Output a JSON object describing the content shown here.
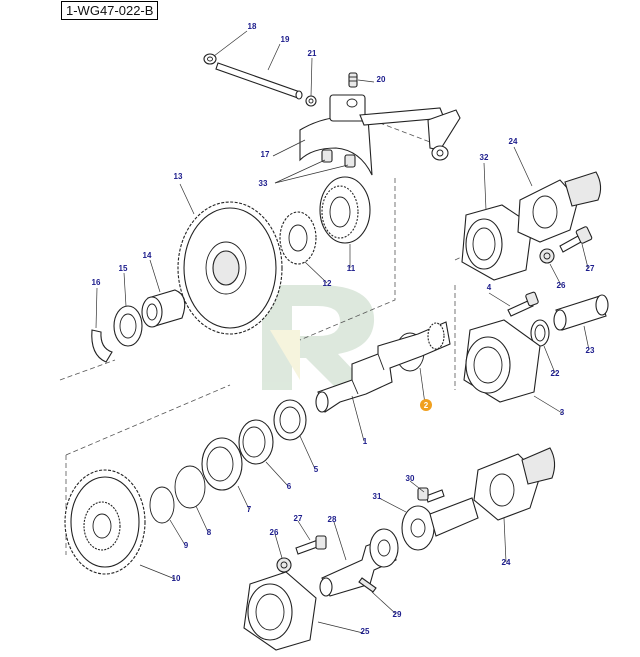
{
  "diagram": {
    "reference": "1-WG47-022-B",
    "highlight_color": "#f0a020",
    "label_color": "#1c1c8c",
    "callouts": [
      {
        "num": "18",
        "highlight": false
      },
      {
        "num": "19",
        "highlight": false
      },
      {
        "num": "21",
        "highlight": false
      },
      {
        "num": "20",
        "highlight": false
      },
      {
        "num": "17",
        "highlight": false
      },
      {
        "num": "33",
        "highlight": false
      },
      {
        "num": "13",
        "highlight": false
      },
      {
        "num": "11",
        "highlight": false
      },
      {
        "num": "12",
        "highlight": false
      },
      {
        "num": "14",
        "highlight": false
      },
      {
        "num": "15",
        "highlight": false
      },
      {
        "num": "16",
        "highlight": false
      },
      {
        "num": "32",
        "highlight": false
      },
      {
        "num": "24",
        "highlight": false
      },
      {
        "num": "27",
        "highlight": false
      },
      {
        "num": "26",
        "highlight": false
      },
      {
        "num": "4",
        "highlight": false
      },
      {
        "num": "23",
        "highlight": false
      },
      {
        "num": "22",
        "highlight": false
      },
      {
        "num": "3",
        "highlight": false
      },
      {
        "num": "2",
        "highlight": true
      },
      {
        "num": "1",
        "highlight": false
      },
      {
        "num": "5",
        "highlight": false
      },
      {
        "num": "6",
        "highlight": false
      },
      {
        "num": "7",
        "highlight": false
      },
      {
        "num": "8",
        "highlight": false
      },
      {
        "num": "9",
        "highlight": false
      },
      {
        "num": "10",
        "highlight": false
      },
      {
        "num": "30",
        "highlight": false
      },
      {
        "num": "31",
        "highlight": false
      },
      {
        "num": "24",
        "highlight": false
      },
      {
        "num": "27",
        "highlight": false
      },
      {
        "num": "28",
        "highlight": false
      },
      {
        "num": "26",
        "highlight": false
      },
      {
        "num": "29",
        "highlight": false
      },
      {
        "num": "25",
        "highlight": false
      }
    ]
  }
}
